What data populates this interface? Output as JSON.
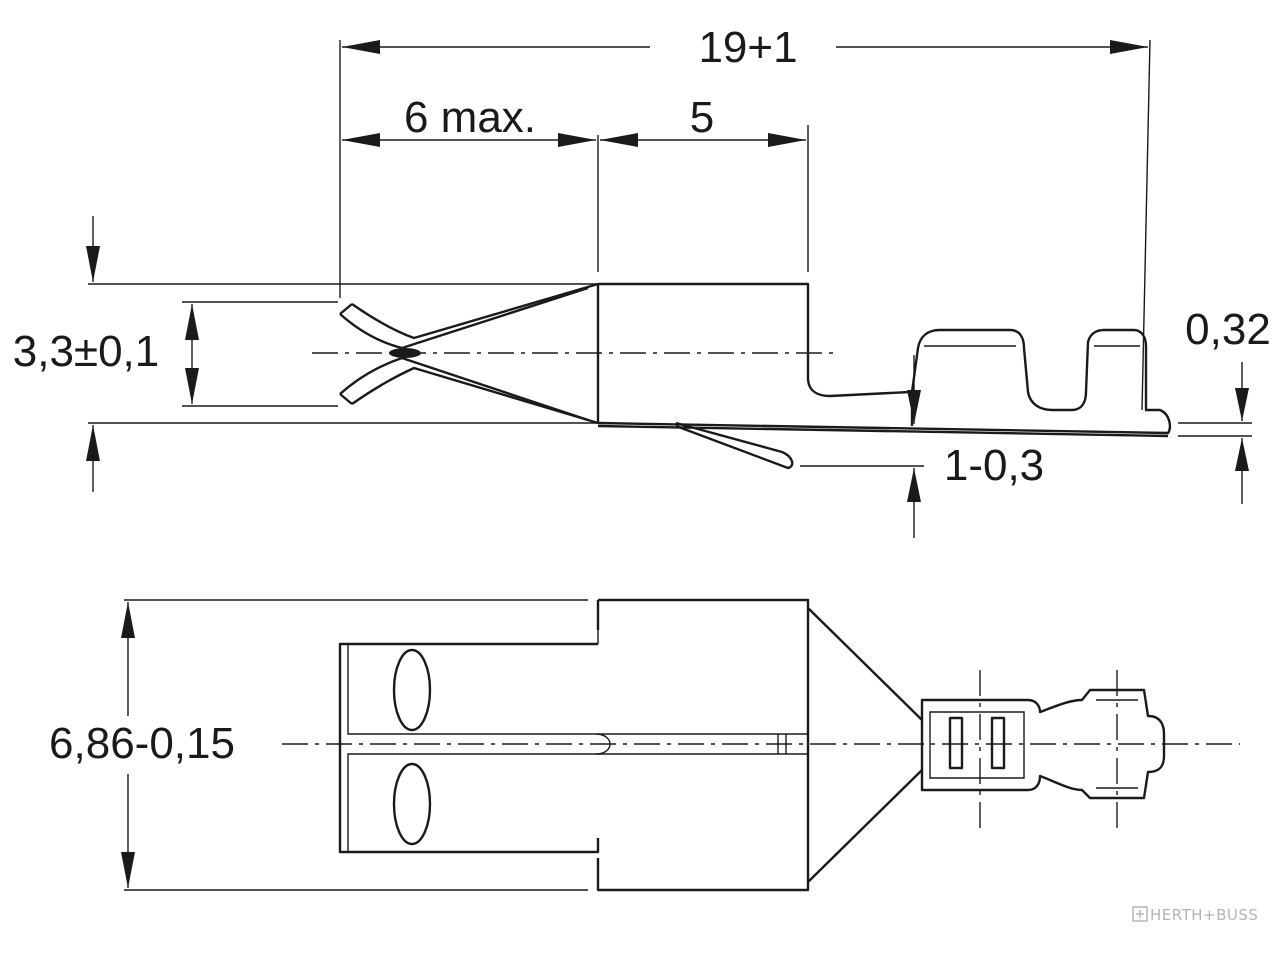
{
  "dimensions": {
    "overall_length": "19+1",
    "tab_length": "6 max.",
    "body_length": "5",
    "height": "3,3±0,1",
    "thickness": "0,32",
    "offset": "1-0,3",
    "width": "6,86-0,15"
  },
  "brand": "HERTH+BUSS",
  "colors": {
    "ink": "#1a1a1a",
    "watermark": "#b5b5b5",
    "background": "#ffffff"
  },
  "icons": {
    "brand_mark": "herth-buss-logo-icon"
  }
}
